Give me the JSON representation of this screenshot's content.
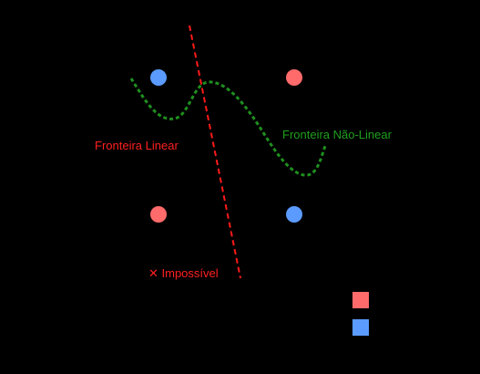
{
  "labels": {
    "linear": "Fronteira Linear",
    "nonlinear": "Fronteira Não-Linear",
    "impossible": "✕ Impossível"
  },
  "colors": {
    "background": "#000000",
    "class_red": "#ff6b6b",
    "class_blue": "#5b9bff",
    "linear_boundary": "#ff1a1a",
    "nonlinear_boundary": "#1f8f1f",
    "linear_label": "#ff2020",
    "nonlinear_label": "#1f9f1f",
    "impossible_label": "#ff2020"
  },
  "legend": [
    {
      "color": "#ff6b6b"
    },
    {
      "color": "#5b9bff"
    }
  ]
}
